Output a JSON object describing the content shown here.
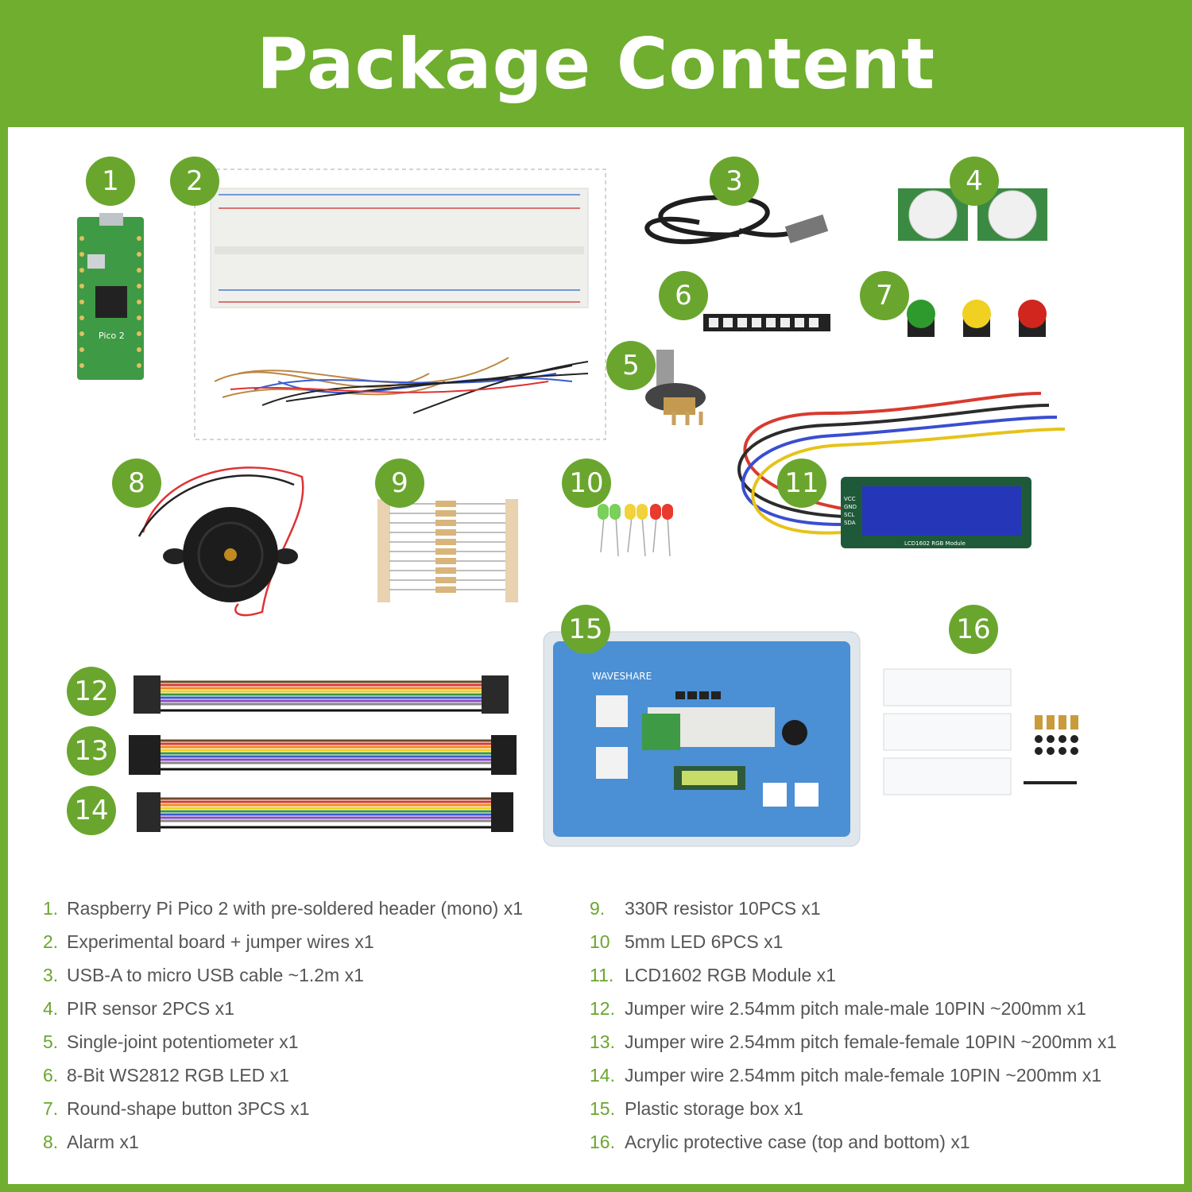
{
  "header": {
    "title": "Package Content"
  },
  "colors": {
    "brand_green": "#6fae2f",
    "badge_green": "#6aa62e",
    "text_gray": "#555555"
  },
  "badges": [
    "1",
    "2",
    "3",
    "4",
    "5",
    "6",
    "7",
    "8",
    "9",
    "10",
    "11",
    "12",
    "13",
    "14",
    "15",
    "16"
  ],
  "items_left": [
    {
      "num": "1.",
      "text": "Raspberry Pi Pico 2 with pre-soldered header (mono) x1"
    },
    {
      "num": "2.",
      "text": "Experimental board + jumper wires x1"
    },
    {
      "num": "3.",
      "text": "USB-A to micro USB cable ~1.2m x1"
    },
    {
      "num": "4.",
      "text": "PIR sensor 2PCS x1"
    },
    {
      "num": "5.",
      "text": "Single-joint potentiometer x1"
    },
    {
      "num": "6.",
      "text": "8-Bit WS2812 RGB LED x1"
    },
    {
      "num": "7.",
      "text": "Round-shape button 3PCS x1"
    },
    {
      "num": "8.",
      "text": "Alarm x1"
    }
  ],
  "items_right": [
    {
      "num": "9.",
      "text": "330R resistor 10PCS x1"
    },
    {
      "num": "10",
      "text": "5mm LED 6PCS x1"
    },
    {
      "num": "11.",
      "text": "LCD1602 RGB Module x1"
    },
    {
      "num": "12.",
      "text": "Jumper wire 2.54mm pitch male-male 10PIN ~200mm x1"
    },
    {
      "num": "13.",
      "text": "Jumper wire 2.54mm pitch female-female 10PIN ~200mm x1"
    },
    {
      "num": "14.",
      "text": "Jumper wire 2.54mm pitch male-female 10PIN ~200mm x1"
    },
    {
      "num": "15.",
      "text": "Plastic storage box x1"
    },
    {
      "num": "16.",
      "text": "Acrylic protective case (top and bottom) x1"
    }
  ],
  "image_labels": {
    "pico": "Pico 2",
    "box_brand": "WAVESHARE",
    "lcd_module": "LCD1602 RGB Module",
    "lcd_pins": [
      "VCC",
      "GND",
      "SCL",
      "SDA"
    ]
  }
}
